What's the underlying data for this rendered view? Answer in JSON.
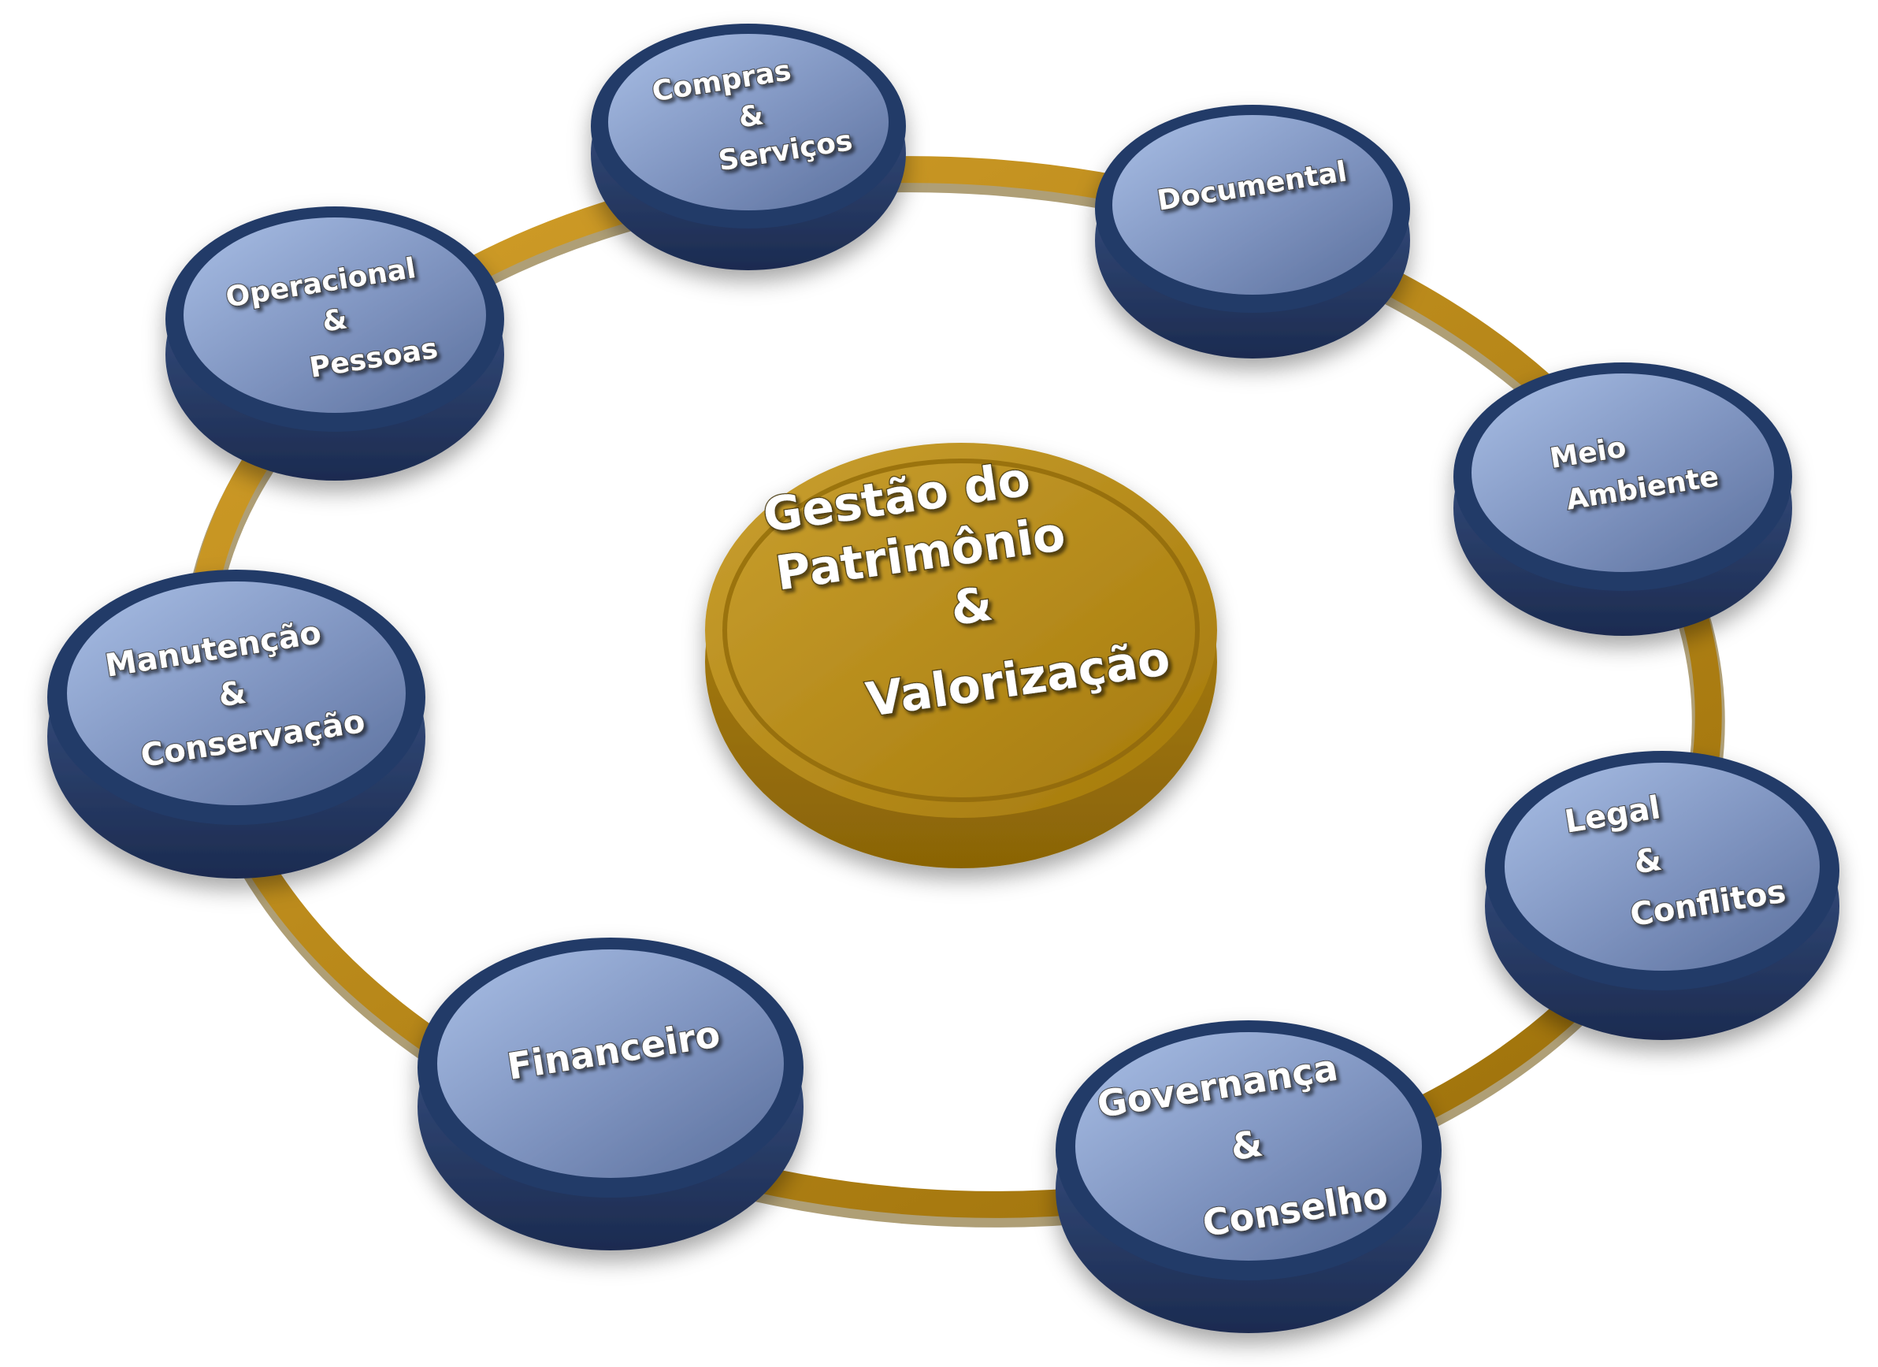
{
  "center": {
    "lines": [
      "Gestão do",
      "Patrimônio",
      "&",
      "Valorização"
    ],
    "color": "#b8860b"
  },
  "ring_color": "#b8860b",
  "node_color": "#8aa0c8",
  "nodes": [
    {
      "id": "compras",
      "lines": [
        "Compras",
        "&",
        "Serviços"
      ]
    },
    {
      "id": "documental",
      "lines": [
        "Documental"
      ]
    },
    {
      "id": "meio-ambiente",
      "lines": [
        "Meio",
        "Ambiente"
      ]
    },
    {
      "id": "legal",
      "lines": [
        "Legal",
        "&",
        "Conflitos"
      ]
    },
    {
      "id": "governanca",
      "lines": [
        "Governança",
        "&",
        "Conselho"
      ]
    },
    {
      "id": "financeiro",
      "lines": [
        "Financeiro"
      ]
    },
    {
      "id": "manutencao",
      "lines": [
        "Manutenção",
        "&",
        "Conservação"
      ]
    },
    {
      "id": "operacional",
      "lines": [
        "Operacional",
        "&",
        "Pessoas"
      ]
    }
  ]
}
